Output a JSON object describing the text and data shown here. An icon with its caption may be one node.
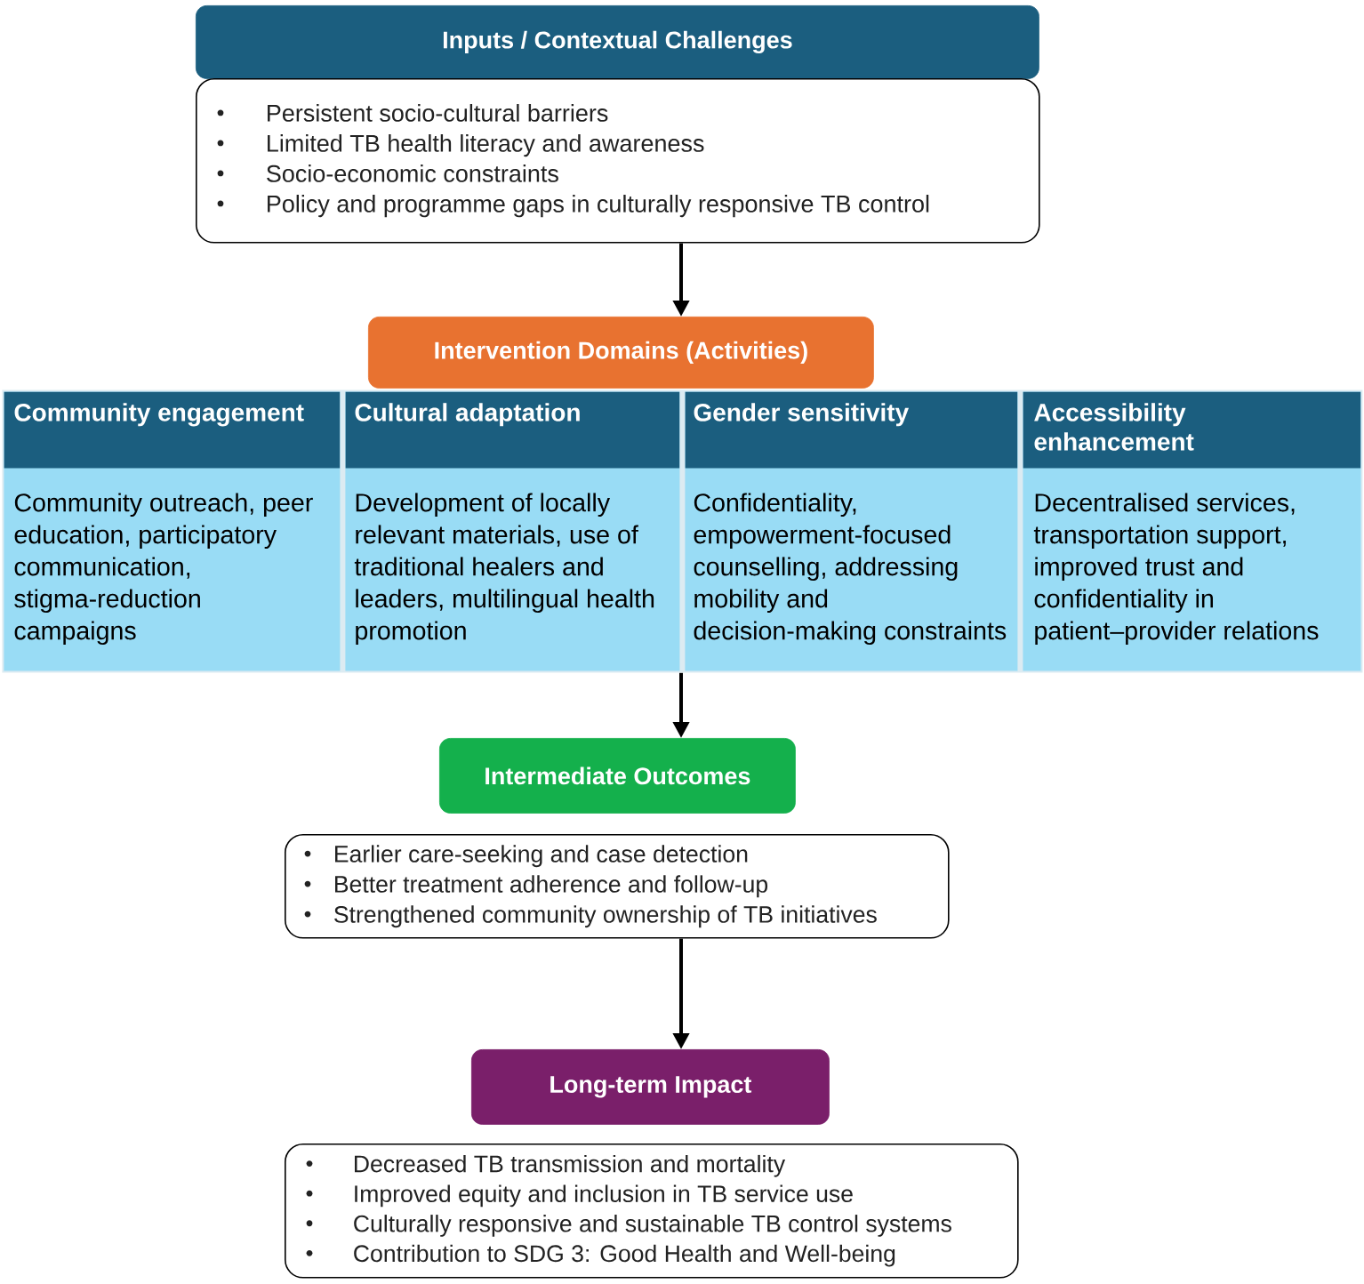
{
  "diagram": {
    "nodes": [
      {
        "text": [
          "Inputs / Contextual Challenges"
        ]
      },
      {
        "text": [
          "Persistent socio-cultural barriers",
          "Limited TB health literacy and awareness",
          "Socio-economic constraints",
          "Policy and programme gaps in culturally responsive TB control"
        ]
      },
      {
        "text": [
          "Intervention Domains (Activities)"
        ]
      },
      {
        "text": [],
        "shape": "box"
      },
      {
        "text": [
          "Community engagement",
          "Community outreach, peer education, participatory communication, stigma-reduction campaigns"
        ],
        "in": 3
      },
      {
        "text": [
          "Cultural adaptation",
          "Development of locally relevant materials, use of traditional healers and leaders, multilingual health promotion"
        ],
        "in": 3
      },
      {
        "text": [
          "Gender sensitivity",
          "Confidentiality, empowerment-focused counselling, addressing mobility and decision-making constraints"
        ],
        "in": 3
      },
      {
        "text": [
          "Accessibility enhancement",
          "Decentralised services, transportation support, improved trust and confidentiality in patient–provider relations"
        ],
        "in": 3
      },
      {
        "text": [
          "Intermediate Outcomes"
        ]
      },
      {
        "text": [
          "Earlier care-seeking and case detection",
          "Better treatment adherence and follow-up",
          "Strengthened community ownership of TB initiatives"
        ]
      },
      {
        "text": [
          "Long-term Impact"
        ]
      },
      {
        "text": [
          "Decreased TB transmission and mortality",
          "Improved equity and inclusion in TB service use",
          "Culturally responsive and sustainable TB control systems",
          "Contribution to SDG 3: Good Health and Well-being"
        ]
      }
    ],
    "edges": [
      {
        "from": 1,
        "to": 2,
        "arrow": "to"
      },
      {
        "from": 3,
        "to": 8,
        "arrow": "to"
      },
      {
        "from": 9,
        "to": 10,
        "arrow": "to"
      }
    ]
  }
}
